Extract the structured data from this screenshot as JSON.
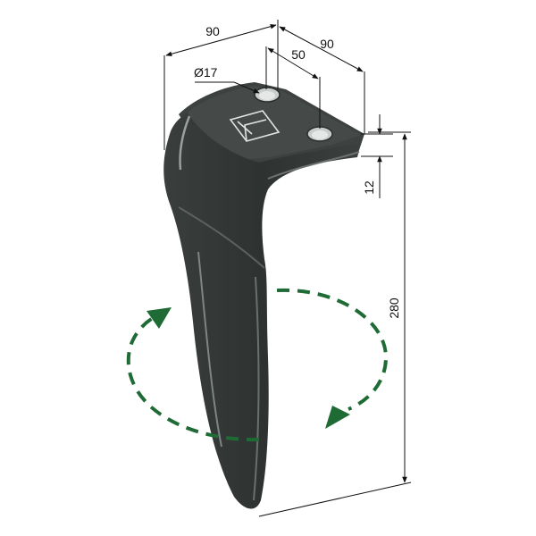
{
  "dimensions": {
    "width_a": "90",
    "width_b": "90",
    "hole_spacing": "50",
    "hole_diameter": "Ø17",
    "thickness": "12",
    "height": "280"
  },
  "colors": {
    "blade_dark": "#2f3331",
    "blade_mid": "#4a4f4c",
    "blade_highlight": "#8a8f8c",
    "arrow_green": "#1f6b35",
    "dimension_line": "#111111"
  },
  "icons": {
    "logo": "square-logo-icon",
    "rotation": "rotation-arrow-icon"
  }
}
